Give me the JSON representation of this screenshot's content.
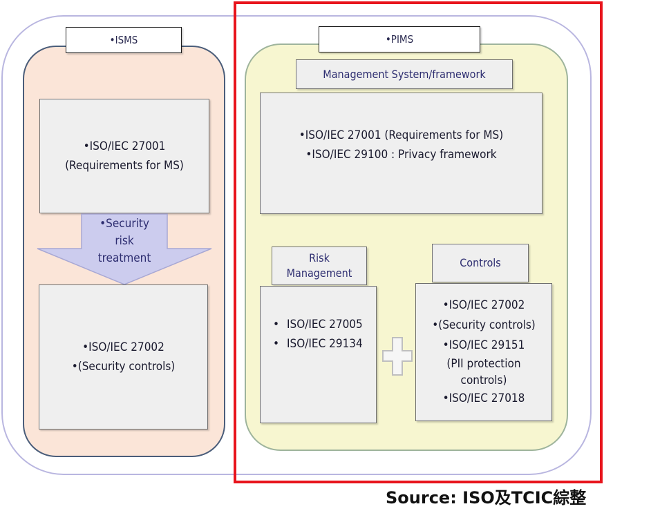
{
  "isms": {
    "title": "•ISMS",
    "requirements_box": {
      "line1": "•ISO/IEC 27001",
      "line2": "(Requirements for MS)"
    },
    "arrow_label": {
      "line1": "•Security",
      "line2": "risk",
      "line3": "treatment"
    },
    "controls_box": {
      "line1": "•ISO/IEC 27002",
      "line2": "•(Security controls)"
    }
  },
  "pims": {
    "title": "•PIMS",
    "framework_header": "Management System/framework",
    "framework_box": {
      "line1": "•ISO/IEC 27001 (Requirements for MS)",
      "line2": "•ISO/IEC 29100 : Privacy framework"
    },
    "risk_header": {
      "line1": "Risk",
      "line2": "Management"
    },
    "risk_items": [
      "ISO/IEC 27005",
      "ISO/IEC 29134"
    ],
    "controls_header": "Controls",
    "controls_box": {
      "line1": "•ISO/IEC 27002",
      "line2": "•(Security controls)",
      "line3": "•ISO/IEC 29151",
      "line4": "(PII protection",
      "line5": "controls)",
      "line6": "•ISO/IEC 27018"
    }
  },
  "source": "Source: ISO及TCIC綜整",
  "colors": {
    "isms_fill": "#fbe5d8",
    "pims_fill": "#f7f6d0",
    "arrow_fill": "#ccccee",
    "highlight_frame": "#e8141c",
    "outer_frame": "#b9b6e0"
  }
}
